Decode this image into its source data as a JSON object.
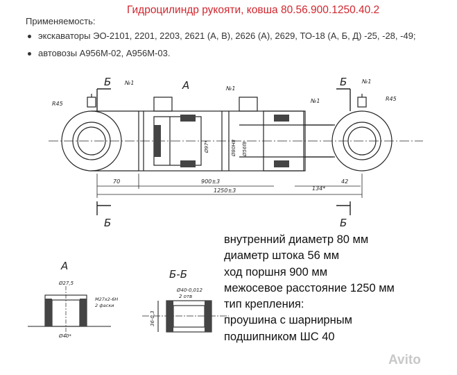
{
  "title": "Гидроцилиндр рукояти, ковша 80.56.900.1250.40.2",
  "applicability_label": "Применяемость:",
  "applicability_items": [
    "экскаваторы ЭО-2101, 2201, 2203, 2621 (А, В), 2626 (А), 2629, ТО-18 (А, Б, Д) -25, -28, -49;",
    "автовозы А956М-02, А956М-03."
  ],
  "drawing": {
    "section_b": "Б",
    "view_a": "А",
    "n1": "№1",
    "r45": "R45",
    "d70": "70",
    "d900": "900±3",
    "d1250": "1250±3",
    "d134": "134*",
    "d42": "42",
    "dia80": "Ø80Н8",
    "dia56": "Ø56f8",
    "dia97": "Ø97*",
    "detail_a_title": "А",
    "detail_a_dia": "Ø27,5",
    "detail_a_thread": "М27х2-6Н",
    "detail_a_note": "2 фаски",
    "detail_a_dia40": "Ø40*",
    "section_bb_title": "Б-Б",
    "section_bb_dia": "Ø40-0,012",
    "section_bb_note": "2 отв",
    "section_bb_h": "36-0,3"
  },
  "specs": [
    "внутренний диаметр 80 мм",
    "диаметр штока 56 мм",
    "ход поршня 900 мм",
    "межосевое расстояние 1250 мм",
    "тип крепления:",
    "проушина с шарнирным",
    "подшипником ШС 40"
  ],
  "watermark": "Avito"
}
